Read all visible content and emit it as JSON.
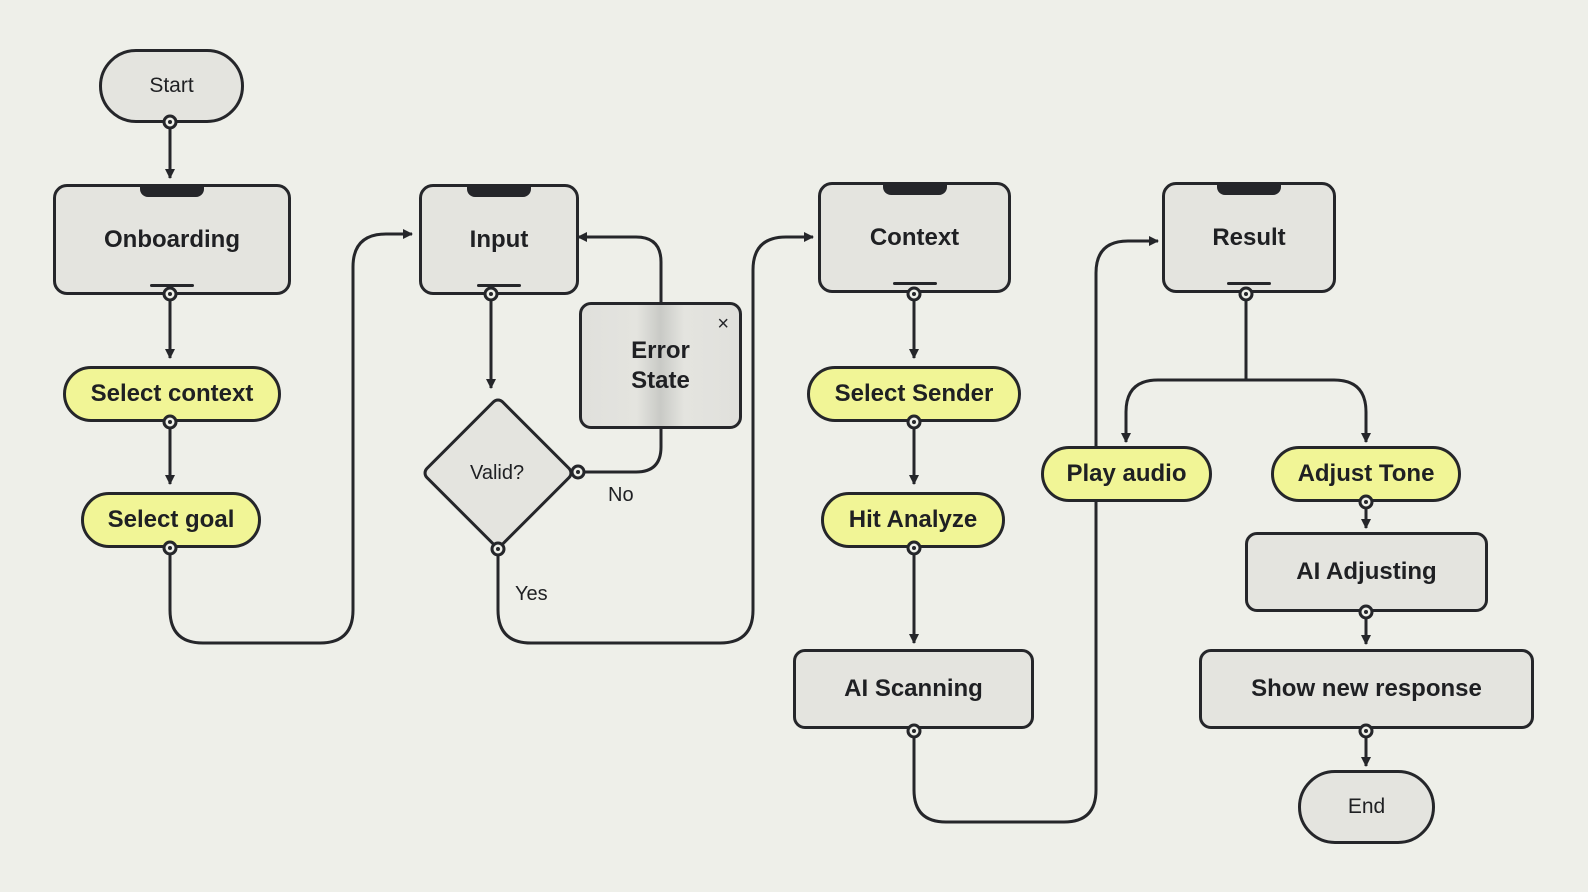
{
  "nodes": {
    "start": "Start",
    "onboarding": "Onboarding",
    "select_context": "Select context",
    "select_goal": "Select goal",
    "input": "Input",
    "valid": "Valid?",
    "error_line1": "Error",
    "error_line2": "State",
    "error_close": "×",
    "context": "Context",
    "select_sender": "Select Sender",
    "hit_analyze": "Hit Analyze",
    "ai_scanning": "AI Scanning",
    "result": "Result",
    "play_audio": "Play audio",
    "adjust_tone": "Adjust Tone",
    "ai_adjusting": "AI Adjusting",
    "show_new_response": "Show new response",
    "end": "End"
  },
  "edge_labels": {
    "no": "No",
    "yes": "Yes"
  },
  "colors": {
    "background": "#eeefe9",
    "node_fill": "#e4e4df",
    "action_fill": "#f1f596",
    "stroke": "#25262a"
  }
}
